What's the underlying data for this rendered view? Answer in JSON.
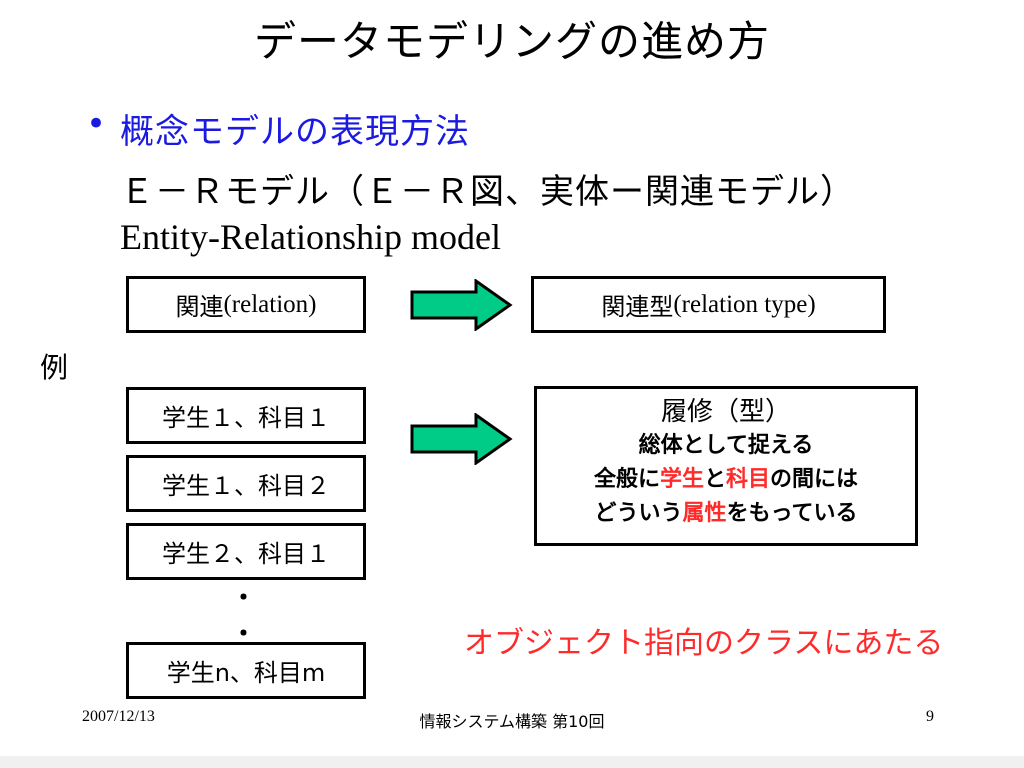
{
  "slide": {
    "title": "データモデリングの進め方",
    "bullet": "•",
    "heading": "概念モデルの表現方法",
    "er_line": "Ｅ－Ｒモデル（Ｅ－Ｒ図、実体ー関連モデル）",
    "en_line": "Entity-Relationship model"
  },
  "relation": {
    "left_jp": "関連",
    "left_en": "(relation)",
    "right_jp": "関連型",
    "right_en": "(relation type)"
  },
  "example": {
    "label": "例",
    "pairs": [
      "学生１、科目１",
      "学生１、科目２",
      "学生２、科目１",
      "学生n、科目m"
    ],
    "dots": [
      "･",
      "･"
    ],
    "rishu": {
      "title": "履修（型）",
      "line1": "総体として捉える",
      "line2_a": "全般に",
      "line2_b": "学生",
      "line2_c": "と",
      "line2_d": "科目",
      "line2_e": "の間には",
      "line3_a": "どういう",
      "line3_b": "属性",
      "line3_c": "をもっている"
    },
    "note": "オブジェクト指向のクラスにあたる"
  },
  "footer": {
    "date": "2007/12/13",
    "center": "情報システム構築 第10回",
    "page": "9"
  },
  "colors": {
    "accent_blue": "#1a1ae0",
    "accent_red": "#ff2a2a",
    "arrow_fill": "#00cc88"
  }
}
